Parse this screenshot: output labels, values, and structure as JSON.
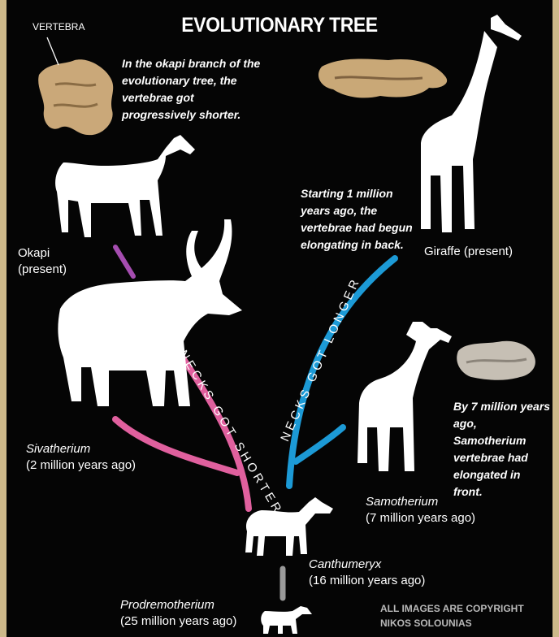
{
  "title": "EVOLUTIONARY TREE",
  "vertebra_label": "VERTEBRA",
  "notes": {
    "okapi_branch": "In the okapi branch of the evolutionary tree, the vertebrae got progressively shorter.",
    "giraffe_branch": "Starting 1 million years ago, the vertebrae had begun elongating in back.",
    "samotherium": "By 7 million years ago, Samotherium vertebrae had elongated in front."
  },
  "species": {
    "okapi": {
      "name": "Okapi",
      "time": "(present)"
    },
    "giraffe": {
      "name": "Giraffe",
      "time": "(present)"
    },
    "sivatherium": {
      "name": "Sivatherium",
      "time": "(2 million years ago)"
    },
    "samotherium": {
      "name": "Samotherium",
      "time": "(7 million years ago)"
    },
    "canthumeryx": {
      "name": "Canthumeryx",
      "time": "(16 million years ago)"
    },
    "prodremotherium": {
      "name": "Prodremotherium",
      "time": "(25 million years ago)"
    }
  },
  "branch_labels": {
    "shorter": "NECKS GOT SHORTER",
    "longer": "NECKS GOT LONGER"
  },
  "copyright": {
    "line1": "ALL IMAGES ARE COPYRIGHT",
    "line2": "NIKOS SOLOUNIAS"
  },
  "colors": {
    "background": "#050505",
    "frame": "#cdb88a",
    "shorter_branch": "#e0609e",
    "longer_branch": "#1c9ad6",
    "okapi_link": "#a54db0",
    "root_link": "#9a9a9a",
    "silhouette": "#ffffff",
    "fossil": "#c9a877"
  }
}
